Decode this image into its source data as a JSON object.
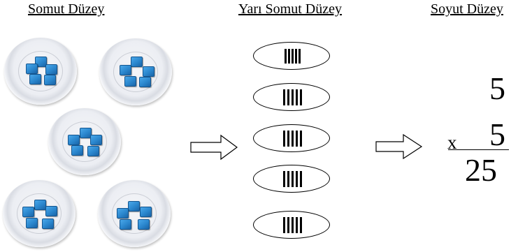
{
  "headings": {
    "concrete": "Somut Düzey",
    "semi_concrete": "Yarı Somut Düzey",
    "abstract": "Soyut Düzey"
  },
  "concrete": {
    "plates": 5,
    "cubes_per_plate": 5,
    "cube_color": "#2a86cd",
    "plate_color": "#eceef3"
  },
  "semi_concrete": {
    "groups": 5,
    "tally_marks_per_group": 5
  },
  "abstract": {
    "multiplicand": "5",
    "operator": "x",
    "multiplier": "5",
    "result": "25"
  }
}
